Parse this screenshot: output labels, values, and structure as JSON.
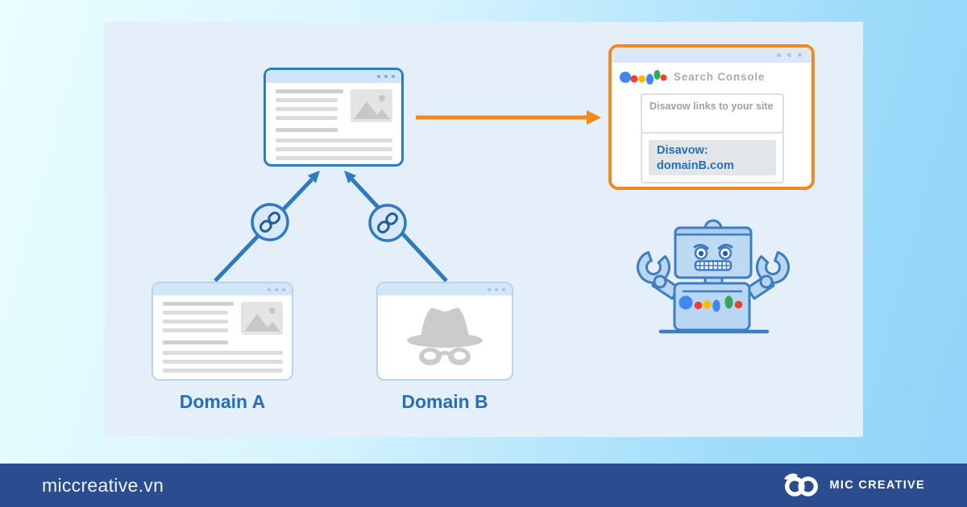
{
  "colors": {
    "accent_orange": "#ef8a1e",
    "diagram_blue": "#2e7ac0",
    "label_blue": "#2a6db8",
    "footer_navy": "#2b4c8e",
    "google_blue": "#4285f4",
    "google_red": "#ea4335",
    "google_yellow": "#fbbc05",
    "google_green": "#34a853"
  },
  "search_console": {
    "title": "Search Console",
    "panel_label": "Disavow links to your site",
    "disavow_line1": "Disavow:",
    "disavow_line2": "domainB.com"
  },
  "domains": {
    "a": "Domain A",
    "b": "Domain B"
  },
  "footer": {
    "website": "miccreative.vn",
    "brand": "MIC CREATIVE"
  }
}
